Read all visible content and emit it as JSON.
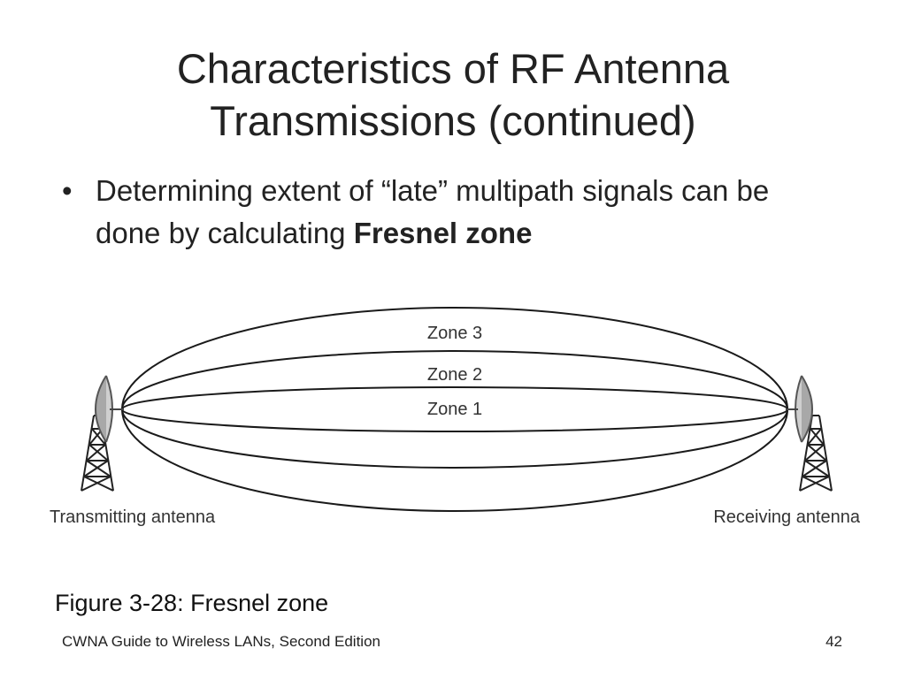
{
  "slide": {
    "title_line1": "Characteristics of RF Antenna",
    "title_line2": "Transmissions (continued)",
    "bullet_text": "Determining extent of “late” multipath signals can be done by calculating ",
    "bullet_bold": "Fresnel zone",
    "caption": "Figure 3-28: Fresnel zone",
    "footer_left": "CWNA Guide to Wireless LANs, Second Edition",
    "page_number": "42"
  },
  "figure": {
    "zone3_label": "Zone 3",
    "zone2_label": "Zone 2",
    "zone1_label": "Zone 1",
    "transmitting_label": "Transmitting antenna",
    "receiving_label": "Receiving antenna"
  }
}
